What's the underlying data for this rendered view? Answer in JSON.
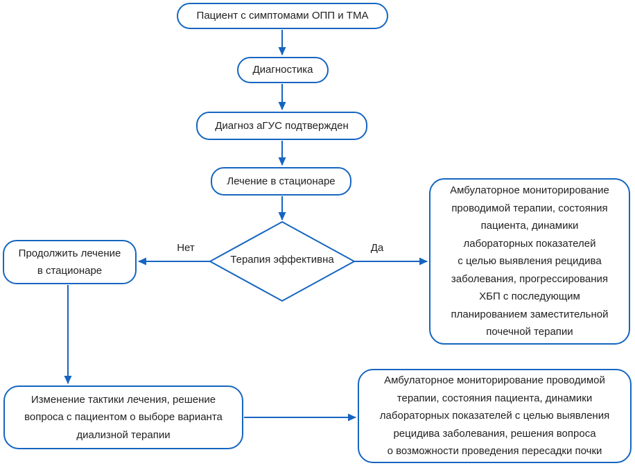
{
  "colors": {
    "accent": "#1565c0",
    "text": "#212121",
    "background": "#ffffff"
  },
  "diagram": {
    "nodes": {
      "patient": "Пациент с симптомами ОПП и ТМА",
      "diagnostics": "Диагностика",
      "diagnosis_confirmed": "Диагноз аГУС подтвержден",
      "inpatient_treatment": "Лечение в стационаре",
      "therapy_effective": "Терапия эффективна",
      "continue_inpatient": "Продолжить лечение\nв стационаре",
      "outpatient_monitoring_ckd": "Амбулаторное мониторирование\nпроводимой терапии, состояния\nпациента, динамики\nлабораторных показателей\nс целью выявления рецидива\nзаболевания, прогрессирования\nХБП с последующим\nпланированием заместительной\nпочечной терапии",
      "change_treatment_tactics": "Изменение тактики лечения, решение\nвопроса с пациентом о выборе варианта\nдиализной терапии",
      "outpatient_monitoring_transplant": "Амбулаторное мониторирование проводимой\nтерапии, состояния пациента, динамики\nлабораторных показателей с целью выявления\nрецидива заболевания, решения вопроса\nо возможности проведения пересадки почки"
    },
    "edge_labels": {
      "no": "Нет",
      "yes": "Да"
    }
  }
}
